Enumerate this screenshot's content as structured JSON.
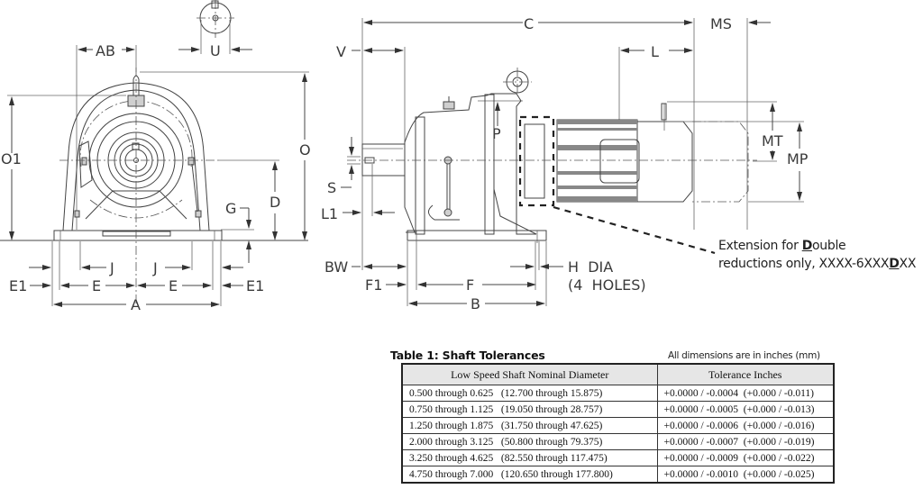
{
  "drawing": {
    "front_view_labels": {
      "ab": "AB",
      "u": "U",
      "o1": "O1",
      "o": "O",
      "d": "D",
      "g": "G",
      "j_left": "J",
      "j_right": "J",
      "e1_left": "E1",
      "e_left": "E",
      "e_right": "E",
      "e1_right": "E1",
      "a": "A"
    },
    "side_view_labels": {
      "c": "C",
      "ms": "MS",
      "v": "V",
      "l": "L",
      "p": "P",
      "mt": "MT",
      "mp": "MP",
      "s": "S",
      "l1": "L1",
      "bw": "BW",
      "f1": "F1",
      "f": "F",
      "b": "B",
      "h_dia": "H  DIA",
      "holes": "(4  HOLES)"
    },
    "extension_note": {
      "line1_prefix": "Extension for ",
      "line1_bold": "D",
      "line1_suffix": "ouble",
      "line2_prefix": "reductions only, XXXX-6XXX",
      "line2_bold": "D",
      "line2_suffix": "XX"
    }
  },
  "table": {
    "title": "Table 1: Shaft Tolerances",
    "note": "All dimensions are in inches (mm)",
    "headers": [
      "Low Speed Shaft Nominal Diameter",
      "Tolerance Inches"
    ],
    "rows": [
      [
        "0.500 through 0.625   (12.700 through 15.875)",
        "+0.0000 / -0.0004  (+0.000 / -0.011)"
      ],
      [
        "0.750 through 1.125   (19.050 through 28.757)",
        "+0.0000 / -0.0005  (+0.000 / -0.013)"
      ],
      [
        "1.250 through 1.875   (31.750 through 47.625)",
        "+0.0000 / -0.0006  (+0.000 / -0.016)"
      ],
      [
        "2.000 through 3.125   (50.800 through 79.375)",
        "+0.0000 / -0.0007  (+0.000 / -0.019)"
      ],
      [
        "3.250 through 4.625   (82.550 through 117.475)",
        "+0.0000 / -0.0009  (+0.000 / -0.022)"
      ],
      [
        "4.750 through 7.000   (120.650 through 177.800)",
        "+0.0000 / -0.0010  (+0.000 / -0.025)"
      ]
    ]
  }
}
